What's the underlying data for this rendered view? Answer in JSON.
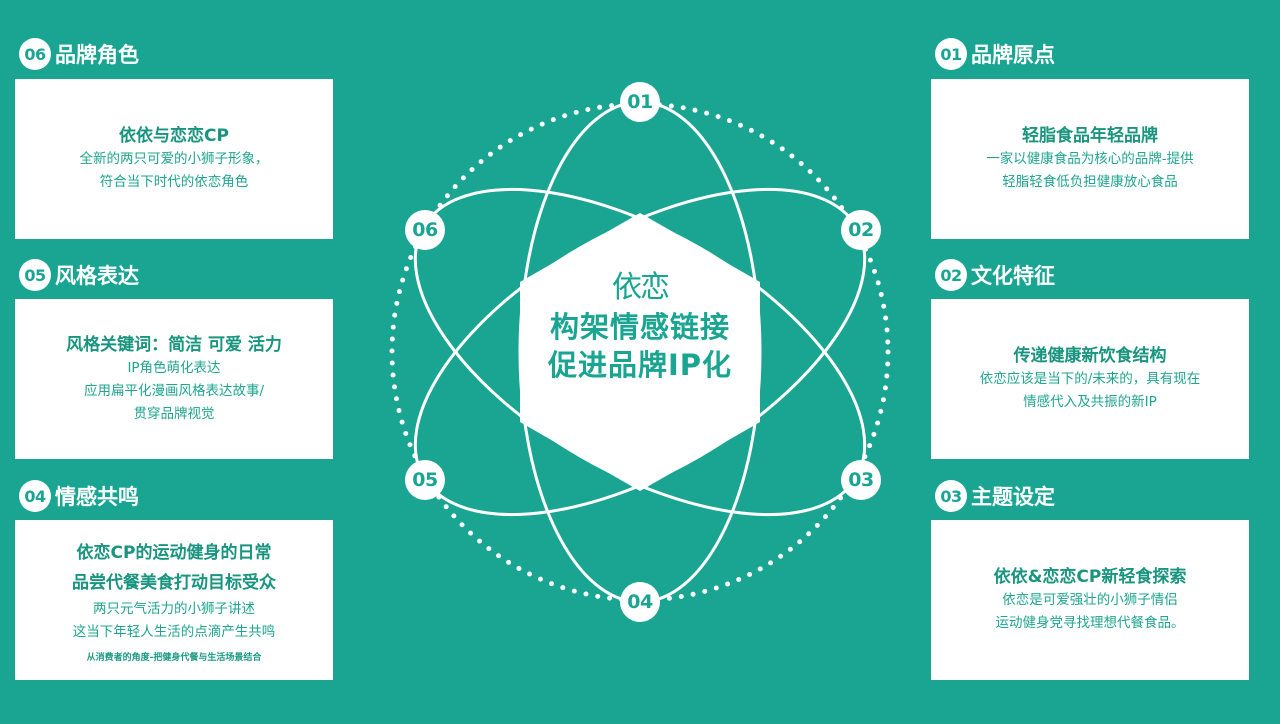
{
  "theme": {
    "background": "#19a591",
    "card_bg": "#ffffff",
    "accent": "#19957f"
  },
  "center": {
    "logo": "依恋",
    "line1": "构架情感链接",
    "line2": "促进品牌IP化"
  },
  "nodes": [
    "01",
    "02",
    "03",
    "04",
    "05",
    "06"
  ],
  "sections": {
    "s01": {
      "num": "01",
      "title": "品牌原点",
      "card_title": "轻脂食品年轻品牌",
      "desc": [
        "一家以健康食品为核心的品牌-提供",
        "轻脂轻食低负担健康放心食品"
      ]
    },
    "s02": {
      "num": "02",
      "title": "文化特征",
      "card_title": "传递健康新饮食结构",
      "desc": [
        "依恋应该是当下的/未来的，具有现在",
        "情感代入及共振的新IP"
      ]
    },
    "s03": {
      "num": "03",
      "title": "主题设定",
      "card_title": "依依&恋恋CP新轻食探索",
      "desc": [
        "依恋是可爱强壮的小狮子情侣",
        "运动健身党寻找理想代餐食品。"
      ]
    },
    "s04": {
      "num": "04",
      "title": "情感共鸣",
      "card_title": [
        "依恋CP的运动健身的日常",
        "品尝代餐美食打动目标受众"
      ],
      "desc": [
        "两只元气活力的小狮子讲述",
        "这当下年轻人生活的点滴产生共鸣"
      ],
      "note": "从消费者的角度-把健身代餐与生活场景结合"
    },
    "s05": {
      "num": "05",
      "title": "风格表达",
      "card_title": "风格关键词：简洁 可爱 活力",
      "desc": [
        "IP角色萌化表达",
        "应用扁平化漫画风格表达故事/",
        "贯穿品牌视觉"
      ]
    },
    "s06": {
      "num": "06",
      "title": "品牌角色",
      "card_title": "依依与恋恋CP",
      "desc": [
        "全新的两只可爱的小狮子形象，",
        "符合当下时代的依恋角色"
      ]
    }
  }
}
